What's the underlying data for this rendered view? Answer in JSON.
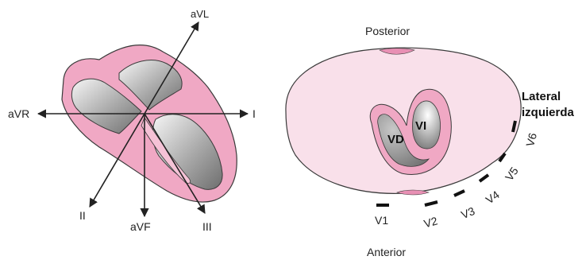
{
  "left_panel": {
    "leads": {
      "avl": "aVL",
      "avr": "aVR",
      "i": "I",
      "ii": "II",
      "avf": "aVF",
      "iii": "III"
    }
  },
  "right_panel": {
    "orientation": {
      "posterior": "Posterior",
      "anterior": "Anterior",
      "lateral_line1": "Lateral",
      "lateral_line2": "izquierda"
    },
    "ventricles": {
      "right": "VD",
      "left": "VI"
    },
    "precordial_leads": [
      "V1",
      "V2",
      "V3",
      "V4",
      "V5",
      "V6"
    ]
  },
  "colors": {
    "myocardium": "#f0a8c4",
    "chamber_light": "#f4f4f4",
    "chamber_dark": "#7a7a7a",
    "chest_fill": "#f9e0ea",
    "accent_pink": "#e890b4"
  }
}
